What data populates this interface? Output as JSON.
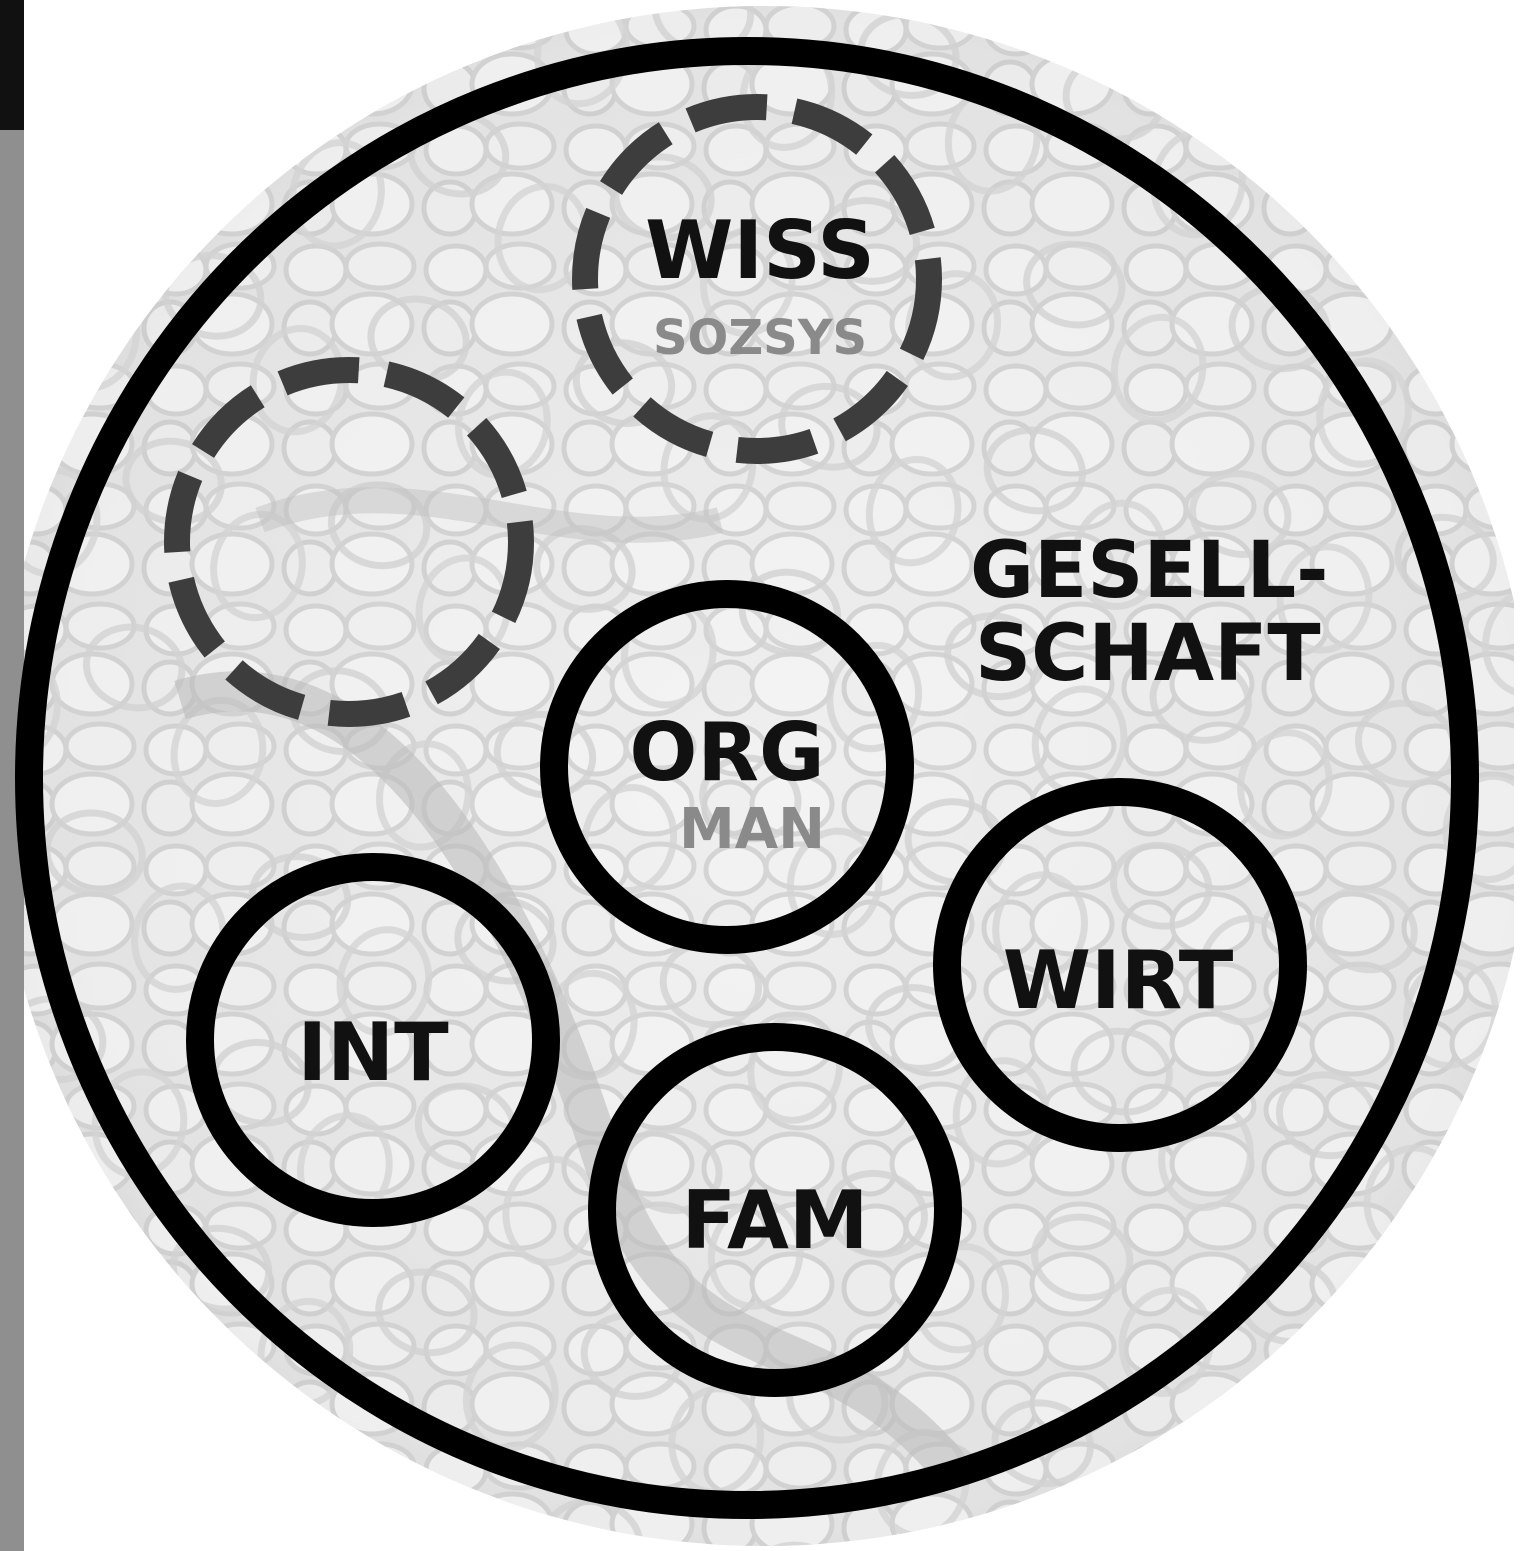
{
  "diagram": {
    "outer_label_line1": "GESELL-",
    "outer_label_line2": "SCHAFT",
    "circles": {
      "wiss": {
        "label": "WISS",
        "sublabel": "SOZSYS",
        "style": "dashed"
      },
      "empty": {
        "label": "",
        "style": "dashed"
      },
      "org": {
        "label": "ORG",
        "sublabel": "MAN",
        "style": "solid"
      },
      "int": {
        "label": "INT",
        "style": "solid"
      },
      "wirt": {
        "label": "WIRT",
        "style": "solid"
      },
      "fam": {
        "label": "FAM",
        "style": "solid"
      }
    },
    "colors": {
      "solid_stroke": "#000000",
      "dashed_stroke": "#3d3d3d",
      "sublabel": "#8a8a8a",
      "background": "#e4e4e4"
    }
  }
}
